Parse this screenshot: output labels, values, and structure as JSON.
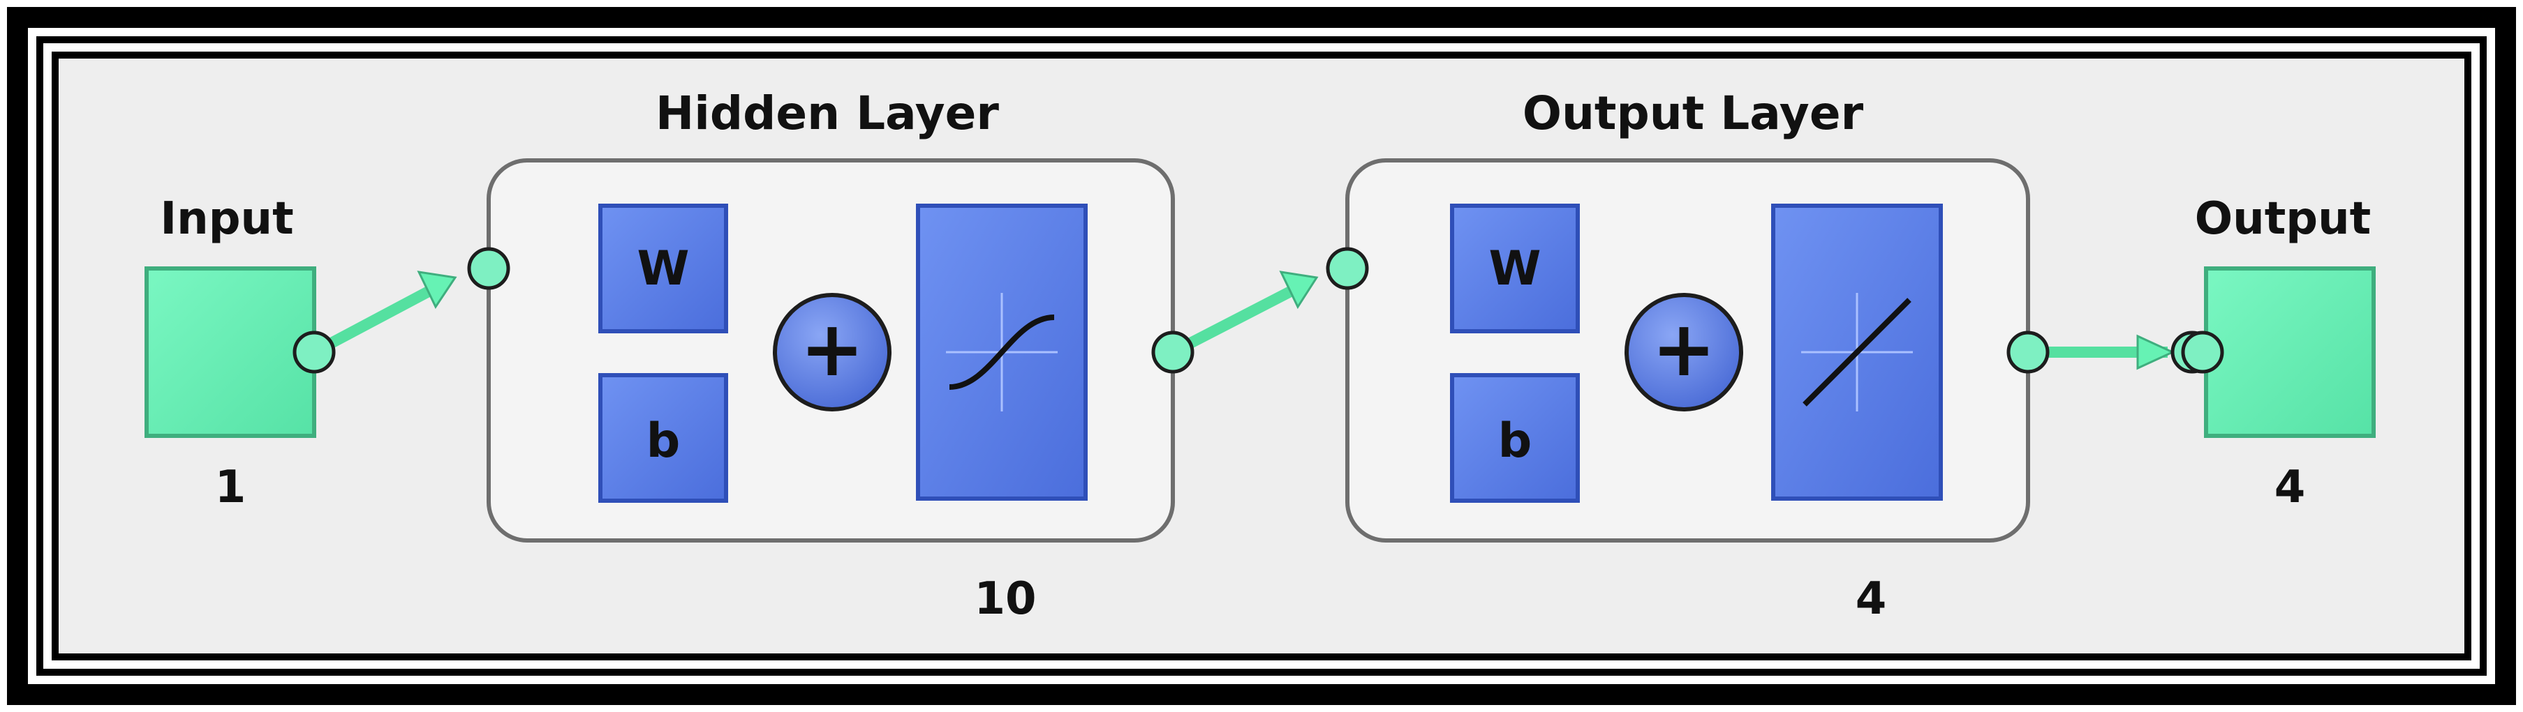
{
  "input": {
    "label": "Input",
    "size": "1"
  },
  "hidden_layer": {
    "title": "Hidden Layer",
    "weight_label": "W",
    "bias_label": "b",
    "sum_symbol": "+",
    "transfer_icon": "sigmoid-curve-icon",
    "size": "10"
  },
  "output_layer": {
    "title": "Output Layer",
    "weight_label": "W",
    "bias_label": "b",
    "sum_symbol": "+",
    "transfer_icon": "linear-line-icon",
    "size": "4"
  },
  "output": {
    "label": "Output",
    "size": "4"
  },
  "colors": {
    "frame": "#000000",
    "panel_bg": "#eeeeee",
    "layer_box_bg": "#f4f4f4",
    "layer_box_border": "#6e6e6e",
    "node_green": "#66f2b4",
    "node_green_border": "#3fae7e",
    "block_blue": "#5b7fe8",
    "block_blue_border": "#2f4fb8",
    "connector_green": "#55e0a0",
    "junction_dot": "#7ef0c2"
  }
}
